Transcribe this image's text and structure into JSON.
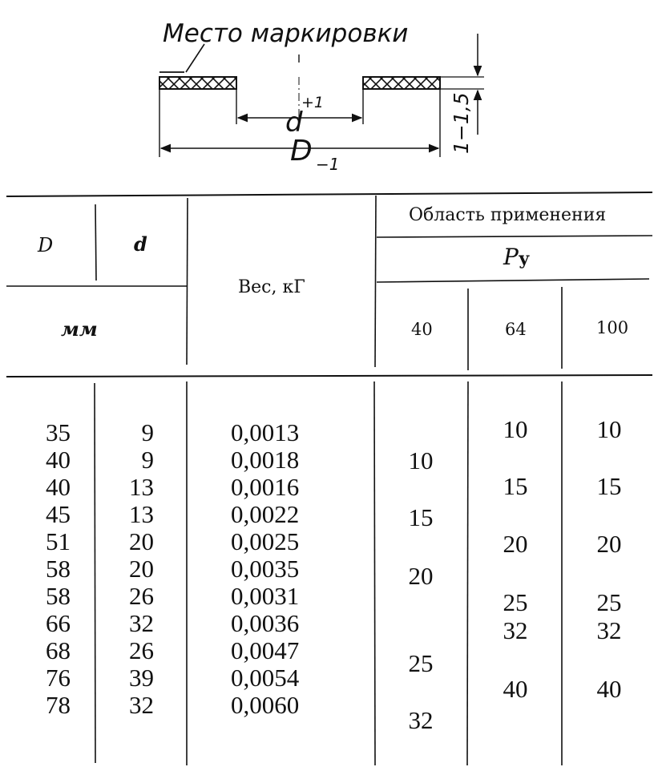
{
  "drawing": {
    "marking_label": "Место маркировки",
    "inner_dim_symbol": "d",
    "inner_dim_tol": "+1",
    "outer_dim_symbol": "D",
    "outer_dim_tol": "−1",
    "thickness_label": "1−1,5"
  },
  "table": {
    "headers": {
      "D": "D",
      "d": "d",
      "unit": "мм",
      "weight": "Вес, кГ",
      "application": "Область применения",
      "pressure_symbol": "P",
      "pressure_sub": "у",
      "p40": "40",
      "p64": "64",
      "p100": "100"
    },
    "rows": [
      {
        "D": "35",
        "d": "9",
        "weight": "0,0013"
      },
      {
        "D": "40",
        "d": "9",
        "weight": "0,0018"
      },
      {
        "D": "40",
        "d": "13",
        "weight": "0,0016"
      },
      {
        "D": "45",
        "d": "13",
        "weight": "0,0022"
      },
      {
        "D": "51",
        "d": "20",
        "weight": "0,0025"
      },
      {
        "D": "58",
        "d": "20",
        "weight": "0,0035"
      },
      {
        "D": "58",
        "d": "26",
        "weight": "0,0031"
      },
      {
        "D": "66",
        "d": "32",
        "weight": "0,0036"
      },
      {
        "D": "68",
        "d": "26",
        "weight": "0,0047"
      },
      {
        "D": "76",
        "d": "39",
        "weight": "0,0054"
      },
      {
        "D": "78",
        "d": "32",
        "weight": "0,0060"
      }
    ],
    "p40_values": [
      "10",
      "15",
      "20",
      "25",
      "32"
    ],
    "p64_values": [
      "10",
      "15",
      "20",
      "25",
      "32",
      "40"
    ],
    "p100_values": [
      "10",
      "15",
      "20",
      "25",
      "32",
      "40"
    ]
  }
}
